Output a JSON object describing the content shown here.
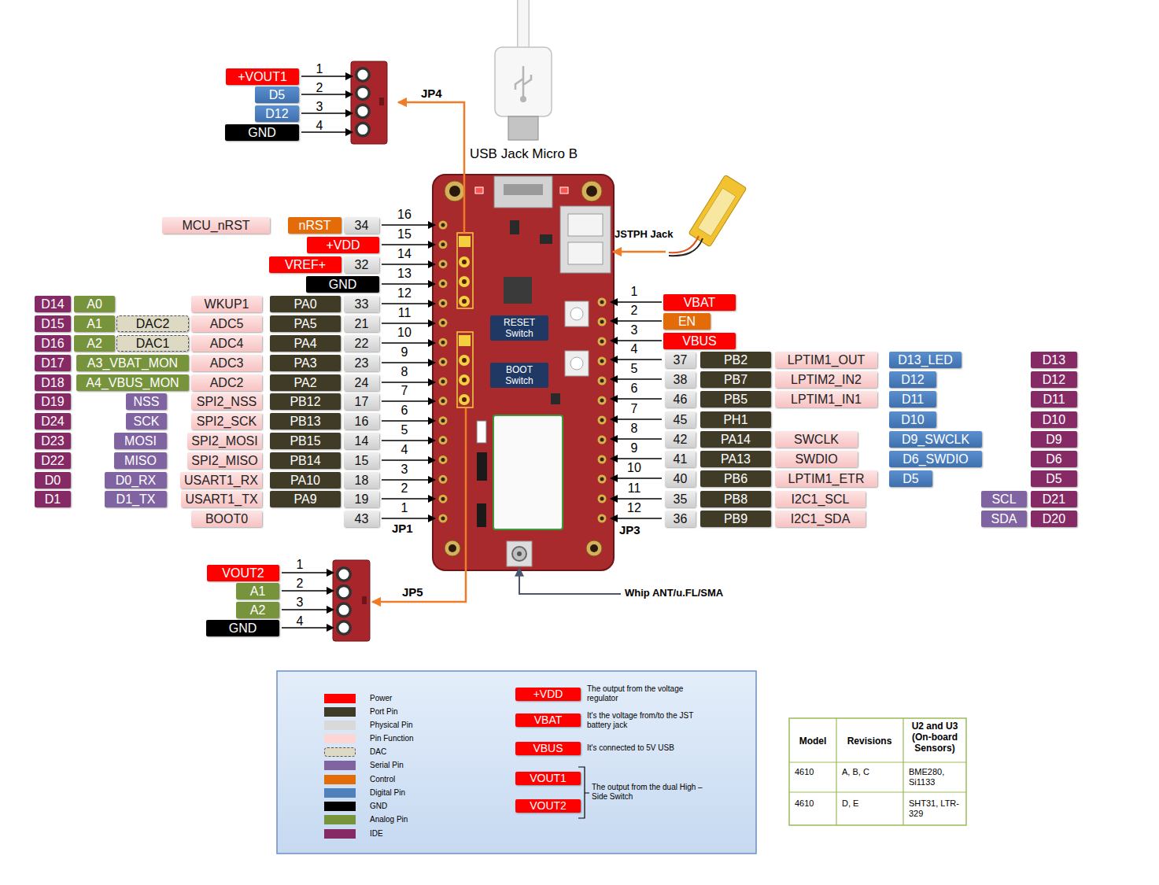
{
  "diagram": {
    "nodes": [
      {
        "text": [
          "+VOUT1"
        ]
      },
      {
        "text": [
          "D5"
        ]
      },
      {
        "text": [
          "D12"
        ]
      },
      {
        "text": [
          "GND"
        ]
      },
      {
        "text": [
          "MCU_nRST"
        ]
      },
      {
        "text": [
          "nRST"
        ]
      },
      {
        "text": [
          "34"
        ]
      },
      {
        "text": [
          "+VDD"
        ]
      },
      {
        "text": [
          "VREF+"
        ]
      },
      {
        "text": [
          "32"
        ]
      },
      {
        "text": [
          "GND"
        ]
      },
      {
        "text": [
          "D14"
        ]
      },
      {
        "text": [
          "A0"
        ]
      },
      {
        "text": [
          "WKUP1"
        ]
      },
      {
        "text": [
          "PA0"
        ]
      },
      {
        "text": [
          "33"
        ]
      },
      {
        "text": [
          "D15"
        ]
      },
      {
        "text": [
          "A1"
        ]
      },
      {
        "text": [
          "DAC2"
        ]
      },
      {
        "text": [
          "ADC5"
        ]
      },
      {
        "text": [
          "PA5"
        ]
      },
      {
        "text": [
          "21"
        ]
      },
      {
        "text": [
          "D16"
        ]
      },
      {
        "text": [
          "A2"
        ]
      },
      {
        "text": [
          "DAC1"
        ]
      },
      {
        "text": [
          "ADC4"
        ]
      },
      {
        "text": [
          "PA4"
        ]
      },
      {
        "text": [
          "22"
        ]
      },
      {
        "text": [
          "D17"
        ]
      },
      {
        "text": [
          "A3_VBAT_MON"
        ]
      },
      {
        "text": [
          "ADC3"
        ]
      },
      {
        "text": [
          "PA3"
        ]
      },
      {
        "text": [
          "23"
        ]
      },
      {
        "text": [
          "D18"
        ]
      },
      {
        "text": [
          "A4_VBUS_MON"
        ]
      },
      {
        "text": [
          "ADC2"
        ]
      },
      {
        "text": [
          "PA2"
        ]
      },
      {
        "text": [
          "24"
        ]
      },
      {
        "text": [
          "D19"
        ]
      },
      {
        "text": [
          "NSS"
        ]
      },
      {
        "text": [
          "SPI2_NSS"
        ]
      },
      {
        "text": [
          "PB12"
        ]
      },
      {
        "text": [
          "17"
        ]
      },
      {
        "text": [
          "D24"
        ]
      },
      {
        "text": [
          "SCK"
        ]
      },
      {
        "text": [
          "SPI2_SCK"
        ]
      },
      {
        "text": [
          "PB13"
        ]
      },
      {
        "text": [
          "16"
        ]
      },
      {
        "text": [
          "D23"
        ]
      },
      {
        "text": [
          "MOSI"
        ]
      },
      {
        "text": [
          "SPI2_MOSI"
        ]
      },
      {
        "text": [
          "PB15"
        ]
      },
      {
        "text": [
          "14"
        ]
      },
      {
        "text": [
          "D22"
        ]
      },
      {
        "text": [
          "MISO"
        ]
      },
      {
        "text": [
          "SPI2_MISO"
        ]
      },
      {
        "text": [
          "PB14"
        ]
      },
      {
        "text": [
          "15"
        ]
      },
      {
        "text": [
          "D0"
        ]
      },
      {
        "text": [
          "D0_RX"
        ]
      },
      {
        "text": [
          "USART1_RX"
        ]
      },
      {
        "text": [
          "PA10"
        ]
      },
      {
        "text": [
          "18"
        ]
      },
      {
        "text": [
          "D1"
        ]
      },
      {
        "text": [
          "D1_TX"
        ]
      },
      {
        "text": [
          "USART1_TX"
        ]
      },
      {
        "text": [
          "PA9"
        ]
      },
      {
        "text": [
          "19"
        ]
      },
      {
        "text": [
          "BOOT0"
        ]
      },
      {
        "text": [
          "43"
        ]
      },
      {
        "text": [
          "RESET Switch"
        ]
      },
      {
        "text": [
          "BOOT Switch"
        ]
      },
      {
        "text": [
          "VBAT"
        ]
      },
      {
        "text": [
          "EN"
        ]
      },
      {
        "text": [
          "VBUS"
        ]
      },
      {
        "text": [
          "37"
        ]
      },
      {
        "text": [
          "PB2"
        ]
      },
      {
        "text": [
          "LPTIM1_OUT"
        ]
      },
      {
        "text": [
          "D13_LED"
        ]
      },
      {
        "text": [
          "D13"
        ]
      },
      {
        "text": [
          "38"
        ]
      },
      {
        "text": [
          "PB7"
        ]
      },
      {
        "text": [
          "LPTIM2_IN2"
        ]
      },
      {
        "text": [
          "D12"
        ]
      },
      {
        "text": [
          "D12"
        ]
      },
      {
        "text": [
          "46"
        ]
      },
      {
        "text": [
          "PB5"
        ]
      },
      {
        "text": [
          "LPTIM1_IN1"
        ]
      },
      {
        "text": [
          "D11"
        ]
      },
      {
        "text": [
          "D11"
        ]
      },
      {
        "text": [
          "45"
        ]
      },
      {
        "text": [
          "PH1"
        ]
      },
      {
        "text": [
          "D10"
        ]
      },
      {
        "text": [
          "D10"
        ]
      },
      {
        "text": [
          "42"
        ]
      },
      {
        "text": [
          "PA14"
        ]
      },
      {
        "text": [
          "SWCLK"
        ]
      },
      {
        "text": [
          "D9_SWCLK"
        ]
      },
      {
        "text": [
          "D9"
        ]
      },
      {
        "text": [
          "41"
        ]
      },
      {
        "text": [
          "PA13"
        ]
      },
      {
        "text": [
          "SWDIO"
        ]
      },
      {
        "text": [
          "D6_SWDIO"
        ]
      },
      {
        "text": [
          "D6"
        ]
      },
      {
        "text": [
          "40"
        ]
      },
      {
        "text": [
          "PB6"
        ]
      },
      {
        "text": [
          "LPTIM1_ETR"
        ]
      },
      {
        "text": [
          "D5"
        ]
      },
      {
        "text": [
          "D5"
        ]
      },
      {
        "text": [
          "35"
        ]
      },
      {
        "text": [
          "PB8"
        ]
      },
      {
        "text": [
          "I2C1_SCL"
        ]
      },
      {
        "text": [
          "SCL"
        ]
      },
      {
        "text": [
          "D21"
        ]
      },
      {
        "text": [
          "36"
        ]
      },
      {
        "text": [
          "PB9"
        ]
      },
      {
        "text": [
          "I2C1_SDA"
        ]
      },
      {
        "text": [
          "SDA"
        ]
      },
      {
        "text": [
          "D20"
        ]
      },
      {
        "text": [
          "VOUT2"
        ]
      },
      {
        "text": [
          "A1"
        ]
      },
      {
        "text": [
          "A2"
        ]
      },
      {
        "text": [
          "GND"
        ]
      },
      {
        "text": [
          "+VDD"
        ]
      },
      {
        "text": [
          "VBAT"
        ]
      },
      {
        "text": [
          "VBUS"
        ]
      },
      {
        "text": [
          "VOUT1"
        ]
      },
      {
        "text": [
          "VOUT2"
        ]
      }
    ],
    "labels": [
      "USB Jack Micro B",
      "JSTPH Jack",
      "Whip ANT/u.FL/SMA",
      "JP4",
      "JP5",
      "JP1",
      "JP3",
      "1",
      "2",
      "3",
      "4",
      "1",
      "2",
      "3",
      "4",
      "16",
      "15",
      "14",
      "13",
      "12",
      "11",
      "10",
      "9",
      "8",
      "7",
      "6",
      "5",
      "4",
      "3",
      "2",
      "1",
      "1",
      "2",
      "3",
      "4",
      "5",
      "6",
      "7",
      "8",
      "9",
      "10",
      "11",
      "12",
      "The output from the voltage regulator",
      "It's the voltage from/to the JST battery jack",
      "It's connected to 5V USB",
      "The output from the dual High – Side Switch",
      "Model",
      "Revisions",
      "U2 and U3 (On-board Sensors)",
      "4610",
      "A, B, C",
      "BME280, Si1133",
      "4610",
      "D, E",
      "SHT31, LTR-329"
    ],
    "legend": [
      {
        "text": "Power",
        "color": "#ff0000"
      },
      {
        "text": "Port Pin",
        "color": "#3f3b26"
      },
      {
        "text": "Physical Pin",
        "color": "#d9d9d9"
      },
      {
        "text": "Pin Function",
        "color": "#fcd5d5"
      },
      {
        "text": "DAC",
        "color": "#ddd9c3"
      },
      {
        "text": "Serial Pin",
        "color": "#8064a2"
      },
      {
        "text": "Control",
        "color": "#e36c09"
      },
      {
        "text": "Digital Pin",
        "color": "#4f81bd"
      },
      {
        "text": "GND",
        "color": "#000000"
      },
      {
        "text": "Analog Pin",
        "color": "#77933c"
      },
      {
        "text": "IDE",
        "color": "#862a66"
      }
    ]
  }
}
